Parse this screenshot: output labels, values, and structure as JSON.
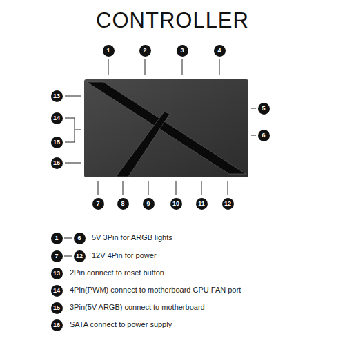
{
  "diagram": {
    "title": "CONTROLLER",
    "labels": [
      "1",
      "2",
      "3",
      "4",
      "5",
      "6",
      "7",
      "8",
      "9",
      "10",
      "11",
      "12",
      "13",
      "14",
      "15",
      "16",
      "1",
      "6",
      "5V 3Pin for ARGB lights",
      "7",
      "12",
      "12V 4Pin for power",
      "13",
      "2Pin connect to reset button",
      "14",
      "4Pin(PWM) connect to motherboard CPU FAN port",
      "15",
      "3Pin(5V ARGB) connect to motherboard",
      "16",
      "SATA connect to power supply"
    ]
  }
}
